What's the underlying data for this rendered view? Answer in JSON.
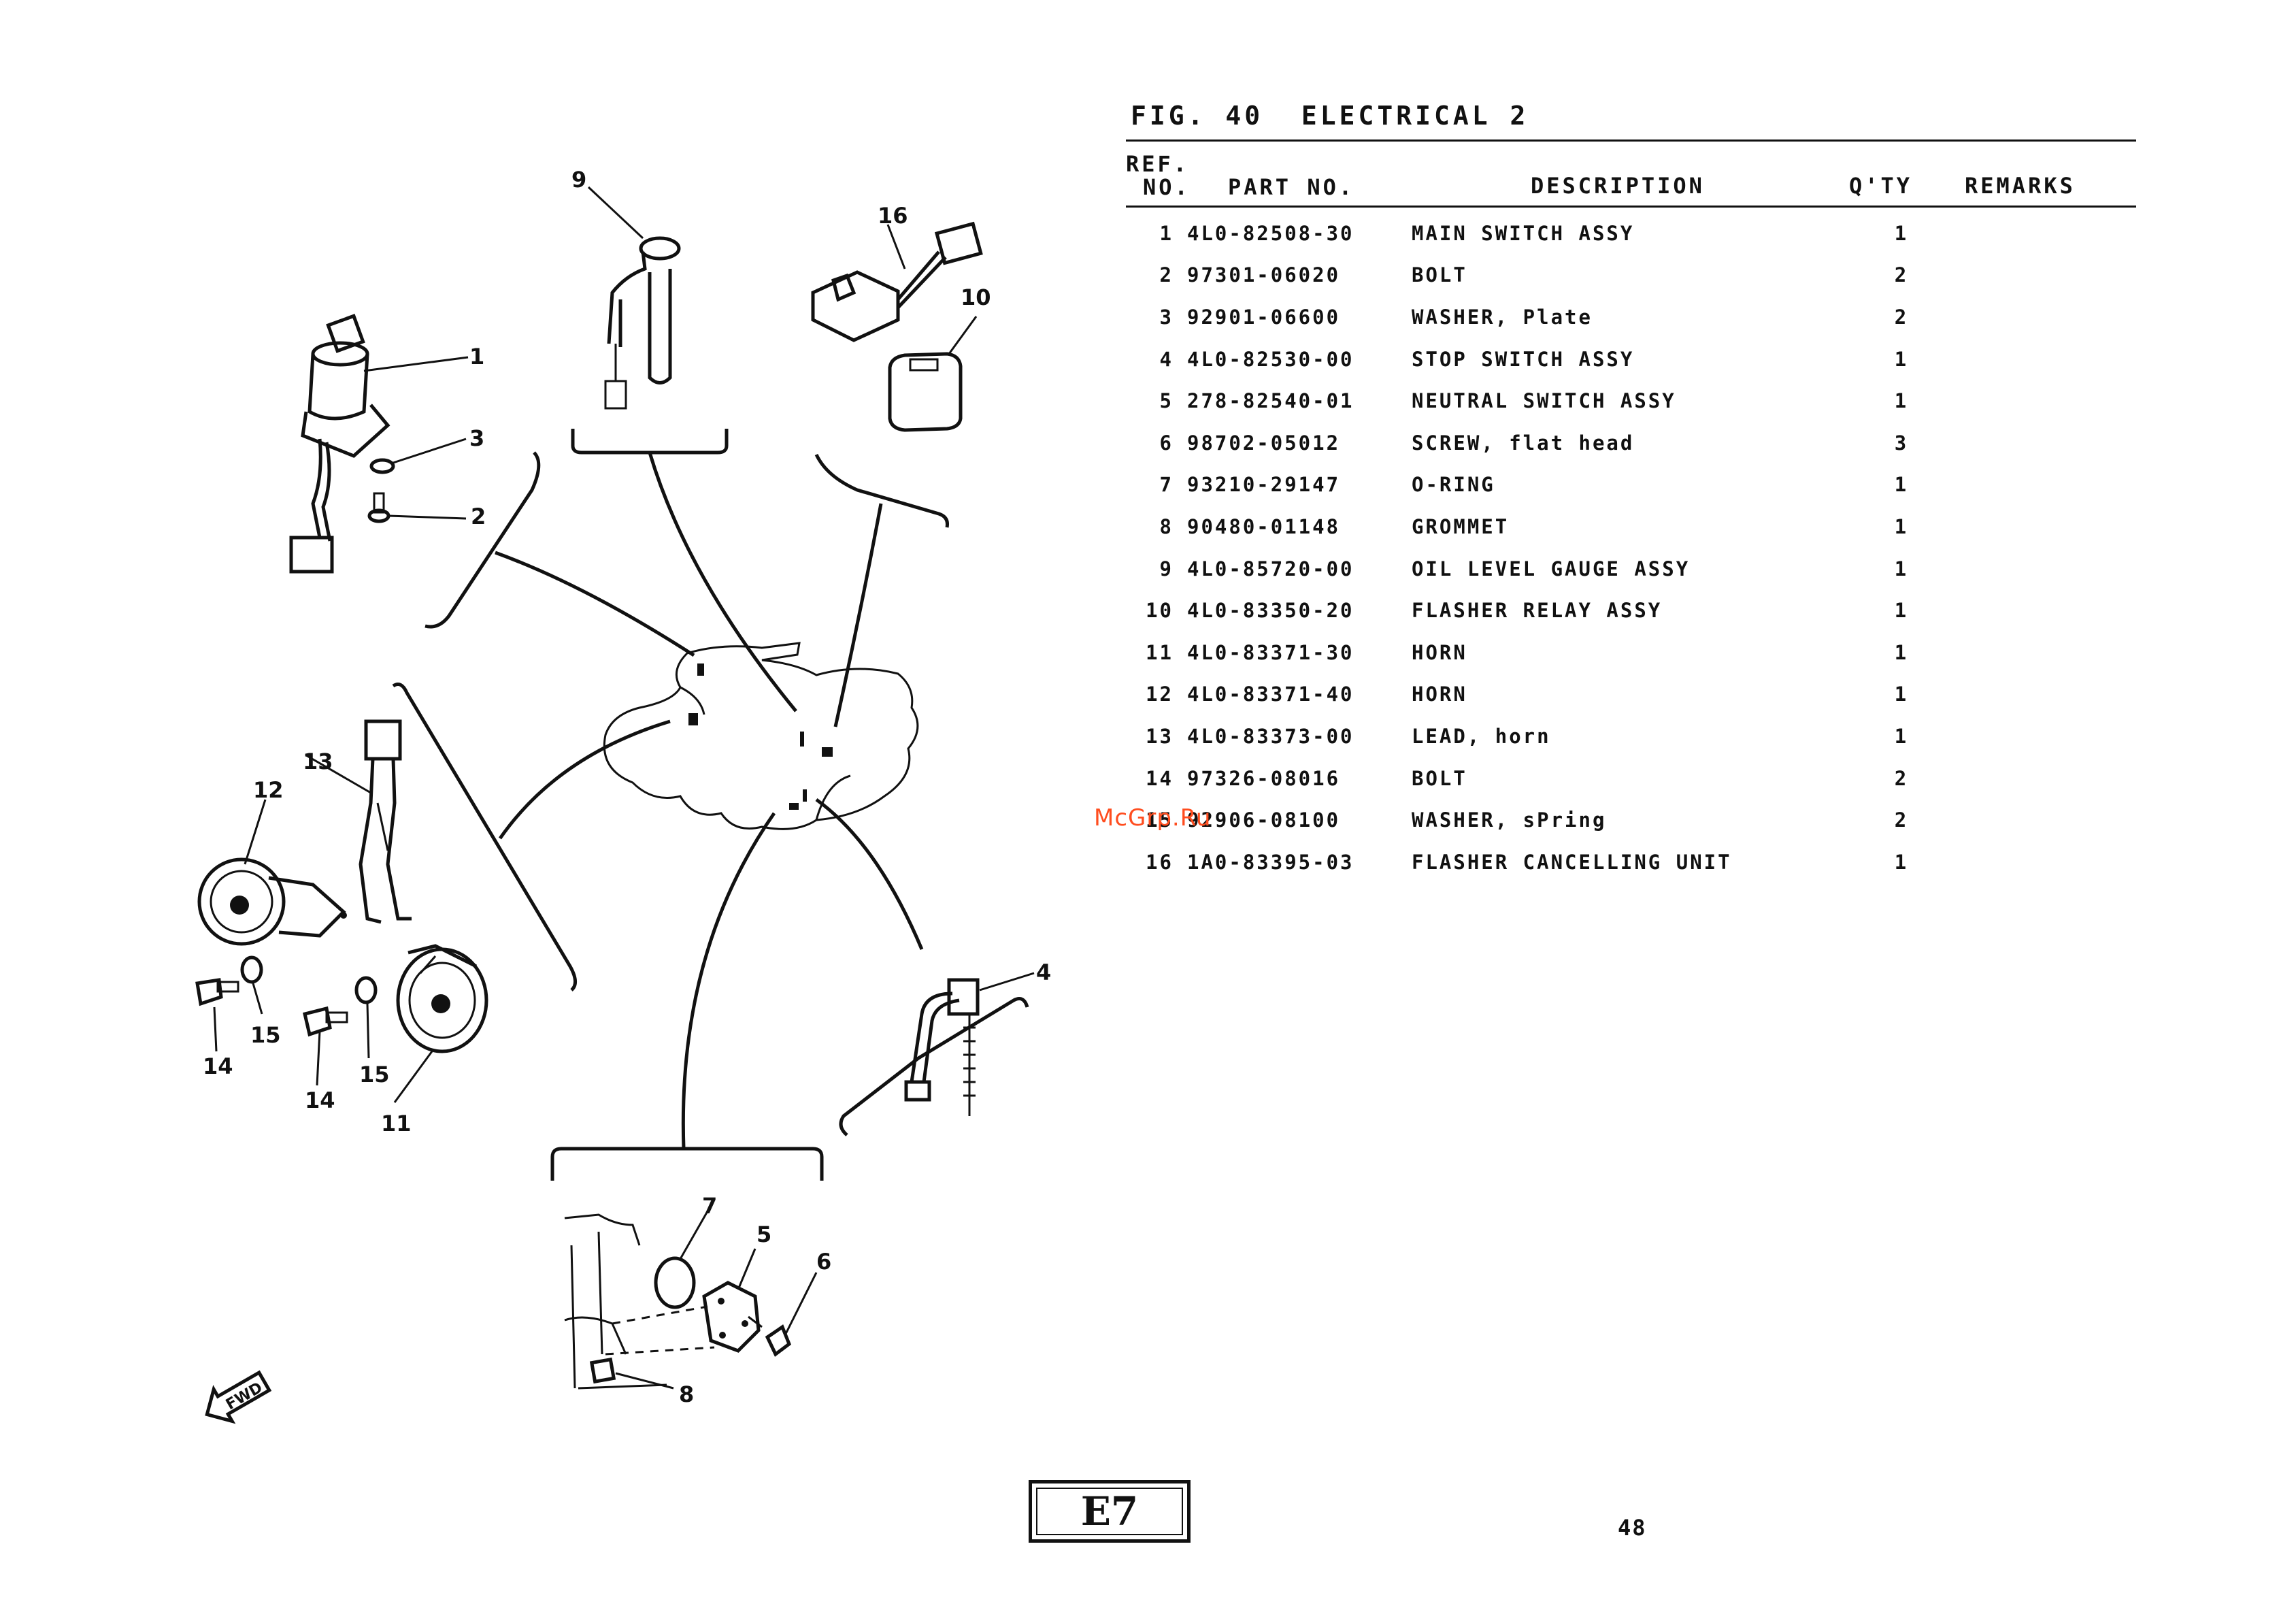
{
  "figure": {
    "title": "FIG. 40  ELECTRICAL 2"
  },
  "table": {
    "headers": {
      "ref_line1": "REF.",
      "ref_line2": "NO.",
      "part_no": "PART NO.",
      "description": "DESCRIPTION",
      "qty": "Q'TY",
      "remarks": "REMARKS"
    },
    "rows": [
      {
        "ref": "1",
        "part": "4L0-82508-30",
        "desc": "MAIN SWITCH ASSY",
        "qty": "1",
        "remarks": ""
      },
      {
        "ref": "2",
        "part": "97301-06020",
        "desc": "BOLT",
        "qty": "2",
        "remarks": ""
      },
      {
        "ref": "3",
        "part": "92901-06600",
        "desc": "WASHER, Plate",
        "qty": "2",
        "remarks": ""
      },
      {
        "ref": "4",
        "part": "4L0-82530-00",
        "desc": "STOP SWITCH ASSY",
        "qty": "1",
        "remarks": ""
      },
      {
        "ref": "5",
        "part": "278-82540-01",
        "desc": "NEUTRAL SWITCH ASSY",
        "qty": "1",
        "remarks": ""
      },
      {
        "ref": "6",
        "part": "98702-05012",
        "desc": "SCREW, flat head",
        "qty": "3",
        "remarks": ""
      },
      {
        "ref": "7",
        "part": "93210-29147",
        "desc": "O-RING",
        "qty": "1",
        "remarks": ""
      },
      {
        "ref": "8",
        "part": "90480-01148",
        "desc": "GROMMET",
        "qty": "1",
        "remarks": ""
      },
      {
        "ref": "9",
        "part": "4L0-85720-00",
        "desc": "OIL LEVEL GAUGE ASSY",
        "qty": "1",
        "remarks": ""
      },
      {
        "ref": "10",
        "part": "4L0-83350-20",
        "desc": "FLASHER RELAY ASSY",
        "qty": "1",
        "remarks": ""
      },
      {
        "ref": "11",
        "part": "4L0-83371-30",
        "desc": "HORN",
        "qty": "1",
        "remarks": ""
      },
      {
        "ref": "12",
        "part": "4L0-83371-40",
        "desc": "HORN",
        "qty": "1",
        "remarks": ""
      },
      {
        "ref": "13",
        "part": "4L0-83373-00",
        "desc": "LEAD, horn",
        "qty": "1",
        "remarks": ""
      },
      {
        "ref": "14",
        "part": "97326-08016",
        "desc": "BOLT",
        "qty": "2",
        "remarks": ""
      },
      {
        "ref": "15",
        "part": "92906-08100",
        "desc": "WASHER, sPring",
        "qty": "2",
        "remarks": ""
      },
      {
        "ref": "16",
        "part": "1A0-83395-03",
        "desc": "FLASHER CANCELLING UNIT",
        "qty": "1",
        "remarks": ""
      }
    ]
  },
  "diagram_labels": {
    "c1": "1",
    "c2": "2",
    "c3": "3",
    "c4": "4",
    "c5": "5",
    "c6": "6",
    "c7": "7",
    "c8": "8",
    "c9": "9",
    "c10": "10",
    "c11": "11",
    "c12": "12",
    "c13": "13",
    "c14a": "14",
    "c14b": "14",
    "c15a": "15",
    "c15b": "15",
    "c16": "16",
    "fwd": "FWD"
  },
  "watermark": "McGrp.Ru",
  "section_code": "E7",
  "page_number": "48"
}
